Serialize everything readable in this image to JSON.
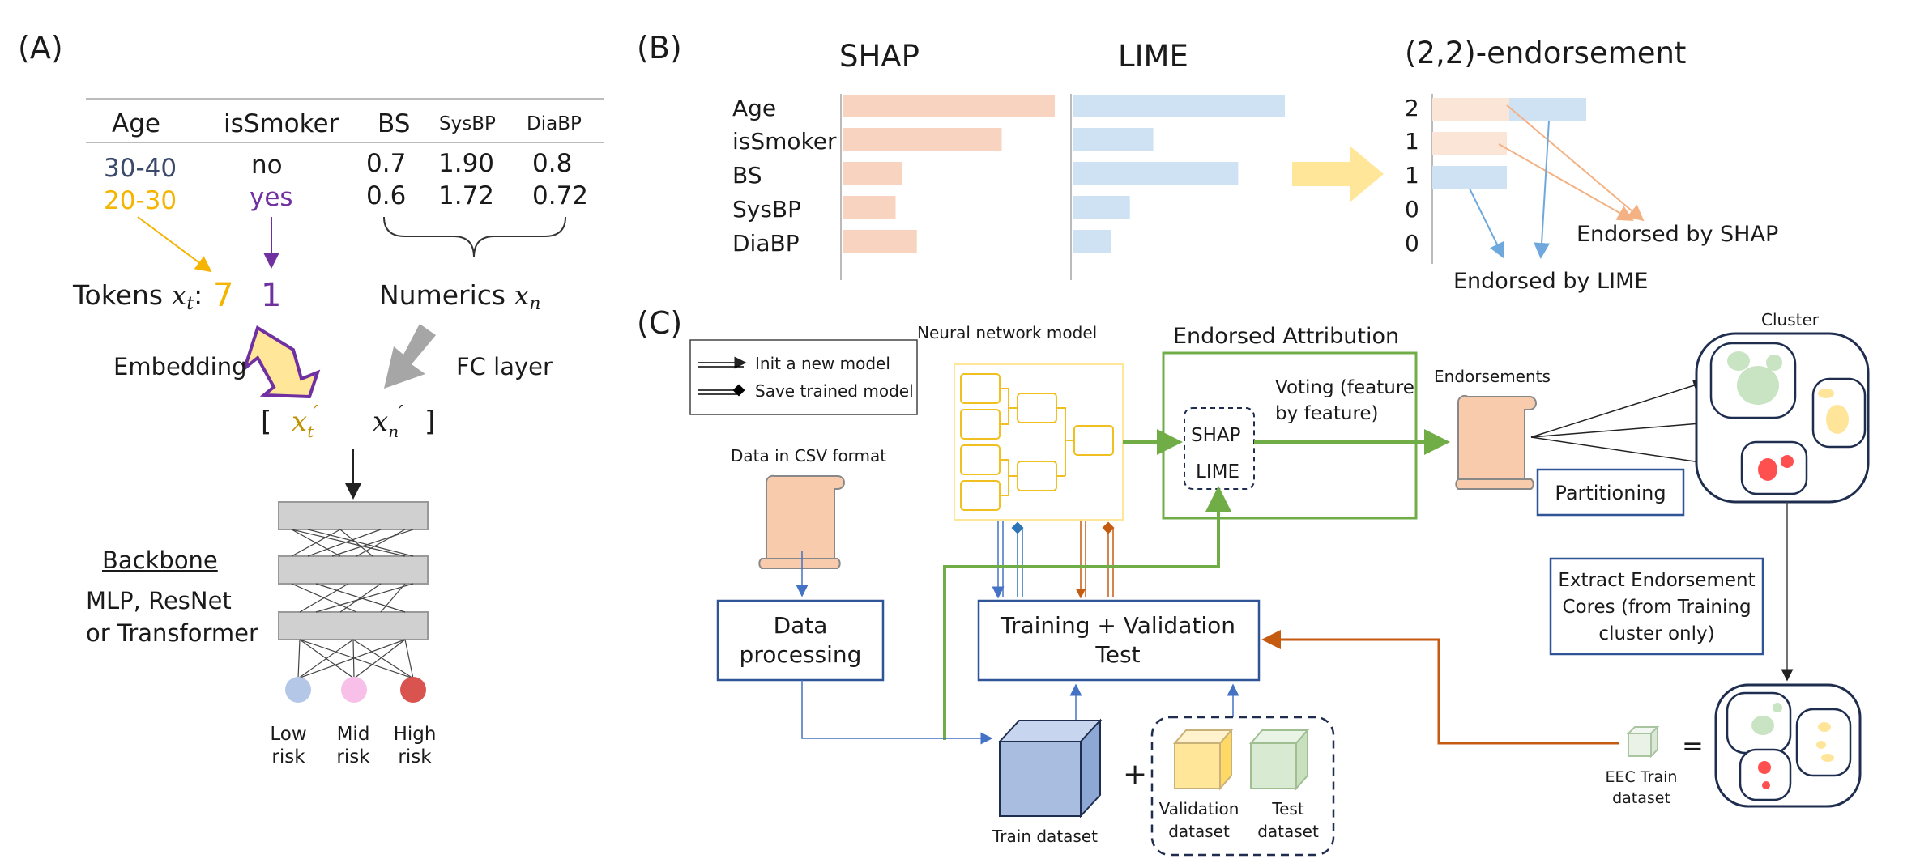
{
  "panel_a": {
    "label": "(A)",
    "headers": [
      "Age",
      "isSmoker",
      "BS",
      "SysBP",
      "DiaBP"
    ],
    "row1": {
      "age": "30-40",
      "smoker": "no",
      "bs": "0.7",
      "sys": "1.90",
      "dia": "0.8"
    },
    "row2": {
      "age": "20-30",
      "smoker": "yes",
      "bs": "0.6",
      "sys": "1.72",
      "dia": "0.72"
    },
    "tokens_label": "Tokens",
    "tokens_var": "x",
    "tokens_sub": "t",
    "token_val_1": "7",
    "token_val_2": "1",
    "numerics_label": "Numerics",
    "numerics_var": "x",
    "numerics_sub": "n",
    "embedding": "Embedding",
    "fc_layer": "FC layer",
    "bracket_open": "[",
    "bracket_close": "]",
    "vec_var": "x",
    "prime": "′",
    "backbone_title": "Backbone",
    "backbone_line1": "MLP, ResNet",
    "backbone_line2": "or Transformer",
    "outputs": [
      {
        "line1": "Low",
        "line2": "risk"
      },
      {
        "line1": "Mid",
        "line2": "risk"
      },
      {
        "line1": "High",
        "line2": "risk"
      }
    ]
  },
  "panel_b": {
    "label": "(B)",
    "shap_title": "SHAP",
    "lime_title": "LIME",
    "endorse_title": "(2,2)-endorsement",
    "features": [
      "Age",
      "isSmoker",
      "BS",
      "SysBP",
      "DiaBP"
    ],
    "shap_values": [
      1.0,
      0.75,
      0.28,
      0.25,
      0.35
    ],
    "lime_values": [
      1.0,
      0.38,
      0.78,
      0.27,
      0.18
    ],
    "counts": [
      "2",
      "1",
      "1",
      "0",
      "0"
    ],
    "endorsed_shap": "Endorsed by SHAP",
    "endorsed_lime": "Endorsed by LIME"
  },
  "panel_c": {
    "label": "(C)",
    "legend_init": "Init a new model",
    "legend_save": "Save trained model",
    "nn_title": "Neural network model",
    "ea_title": "Endorsed Attribution",
    "shap": "SHAP",
    "lime": "LIME",
    "voting_line1": "Voting (feature",
    "voting_line2": "by feature)",
    "endorsements": "Endorsements",
    "cluster": "Cluster",
    "partitioning": "Partitioning",
    "eec_line1": "Extract Endorsement",
    "eec_line2": "Cores (from Training",
    "eec_line3": "cluster only)",
    "csv_title": "Data in CSV format",
    "data_proc_line1": "Data",
    "data_proc_line2": "processing",
    "tvt_line1": "Training + Validation",
    "tvt_line2": "Test",
    "train_dataset": "Train dataset",
    "plus": "+",
    "val_line1": "Validation",
    "val_line2": "dataset",
    "test_line1": "Test",
    "test_line2": "dataset",
    "eec_train_line1": "EEC Train",
    "eec_train_line2": "dataset",
    "equals": "="
  },
  "colors": {
    "shap": "#f8d3bf",
    "lime": "#cfe2f3",
    "green": "#70ad47",
    "blue_box": "#2f5597",
    "navy": "#1f2d4f",
    "orange_line": "#c55a11",
    "yellow": "#ffd966",
    "purple": "#7030a0",
    "gold": "#f4b400"
  }
}
